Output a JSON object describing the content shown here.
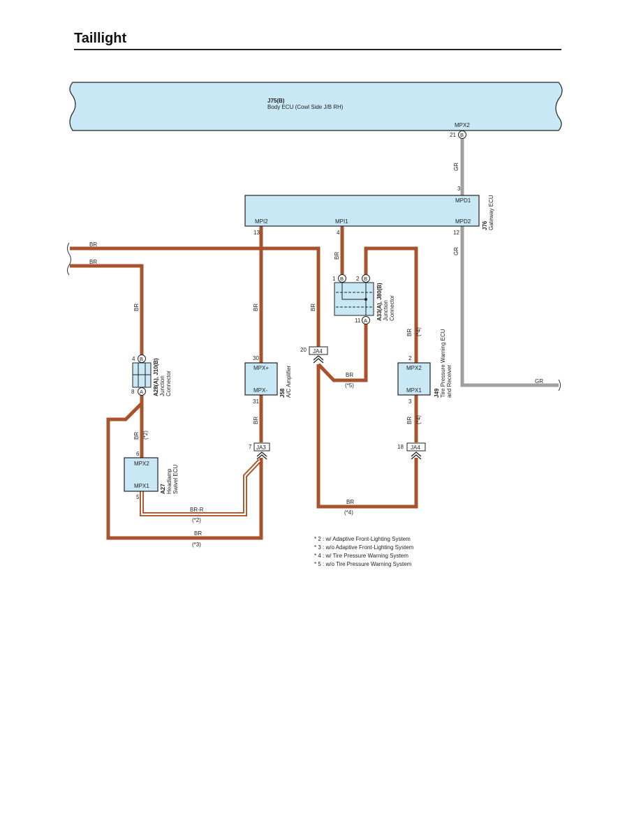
{
  "page": {
    "title": "Taillight"
  },
  "colors": {
    "wire_br": "#a8532c",
    "wire_gr": "#a0a0a0",
    "component_fill": "#c9e8f5",
    "stroke": "#222222"
  },
  "body_ecu": {
    "code": "J75(B)",
    "name": "Body ECU (Cowl Side J/B RH)",
    "terminal": "MPX2",
    "pin": "21",
    "connector": "B"
  },
  "gateway_ecu": {
    "code": "J76",
    "name": "Gateway ECU",
    "terminals": {
      "mpd1": "MPD1",
      "mpd2": "MPD2",
      "mpi1": "MPI1",
      "mpi2": "MPI2"
    },
    "pins": {
      "mpd1": "3",
      "mpd2": "12",
      "mpi1": "4",
      "mpi2": "13"
    }
  },
  "jc_right": {
    "code": "A33(A), J80(B)",
    "name_line1": "Junction",
    "name_line2": "Connector",
    "pins": {
      "p1": "1",
      "p2": "2",
      "p11": "11"
    },
    "connectors": {
      "b": "B",
      "a": "A"
    }
  },
  "jc_left": {
    "code": "A28(A), J10(B)",
    "name_line1": "Junction",
    "name_line2": "Connector",
    "pins": {
      "p4": "4",
      "p8": "8"
    },
    "connectors": {
      "b": "B",
      "a": "A"
    }
  },
  "ac_amp": {
    "code": "J58",
    "name": "A/C Amplifier",
    "terminals": {
      "top": "MPX+",
      "bottom": "MPX-"
    },
    "pins": {
      "top": "30",
      "bottom": "31"
    }
  },
  "tpw_ecu": {
    "code": "J49",
    "name_line1": "Tire Pressure Warning ECU",
    "name_line2": "and Receiver",
    "terminals": {
      "top": "MPX2",
      "bottom": "MPX1"
    },
    "pins": {
      "top": "2",
      "bottom": "3"
    }
  },
  "headlamp_ecu": {
    "code": "A27",
    "name_line1": "Headlamp",
    "name_line2": "Swivel ECU",
    "terminals": {
      "top": "MPX2",
      "bottom": "MPX1"
    },
    "pins": {
      "top": "6",
      "bottom": "5"
    }
  },
  "junctions": {
    "ja4_top": {
      "label": "JA4",
      "pin": "20"
    },
    "ja3": {
      "label": "JA3",
      "pin": "7"
    },
    "ja4_bottom": {
      "label": "JA4",
      "pin": "18"
    }
  },
  "wire_labels": {
    "gr": "GR",
    "br": "BR",
    "br_r": "BR-R",
    "note_2": "(*2)",
    "note_3": "(*3)",
    "note_4": "(*4)",
    "note_5": "(*5)"
  },
  "notes": [
    "* 2 : w/ Adaptive Front-Lighting System",
    "* 3 : w/o Adaptive Front-Lighting System",
    "* 4 : w/ Tire Pressure Warning System",
    "* 5 : w/o Tire Pressure Warning System"
  ]
}
